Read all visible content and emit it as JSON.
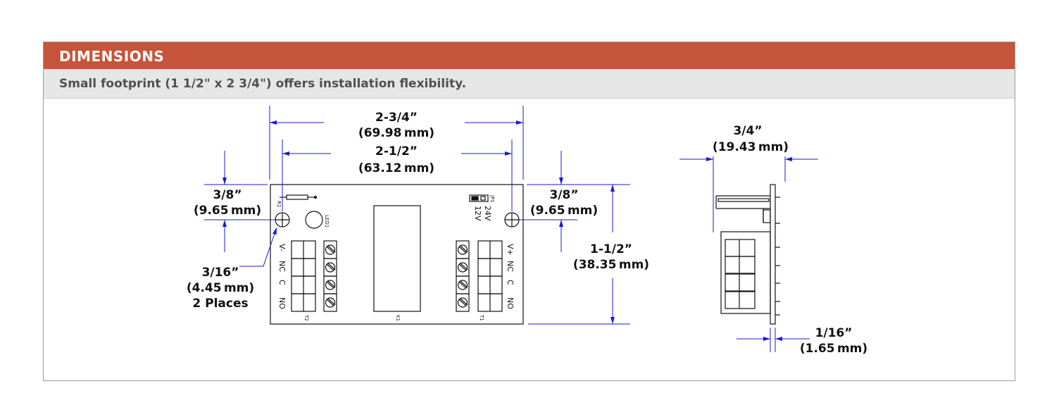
{
  "header": {
    "title": "DIMENSIONS"
  },
  "subheader": {
    "text": "Small footprint (1 1/2\" x 2 3/4\") offers installation flexibility."
  },
  "colors": {
    "header_bg": "#c6543a",
    "dimension_lines": "#1a1adb",
    "outline": "#111111"
  },
  "dimensions": {
    "overall_width": {
      "inch": "2-3/4”",
      "mm": "(69.98 mm)"
    },
    "hole_spacing": {
      "inch": "2-1/2”",
      "mm": "(63.12 mm)"
    },
    "left_hole_offset": {
      "inch": "3/8”",
      "mm": "(9.65 mm)"
    },
    "right_hole_offset": {
      "inch": "3/8”",
      "mm": "(9.65 mm)"
    },
    "height": {
      "inch": "1-1/2”",
      "mm": "(38.35 mm)"
    },
    "hole_diameter": {
      "inch": "3/16”",
      "mm": "(4.45 mm)",
      "note": "2 Places"
    },
    "side_depth": {
      "inch": "3/4”",
      "mm": "(19.43 mm)"
    },
    "board_thickness": {
      "inch": "1/16”",
      "mm": "(1.65 mm)"
    }
  },
  "board_labels": {
    "r1": "R1",
    "led": "LED1",
    "jp": "JP1",
    "v12": "12V",
    "v24": "24V",
    "left_terminals": [
      "V-",
      "NC",
      "C",
      "NO"
    ],
    "right_terminals": [
      "V+",
      "NC",
      "C",
      "NO"
    ],
    "t2": "T2",
    "k1": "K1",
    "t1": "T1"
  }
}
